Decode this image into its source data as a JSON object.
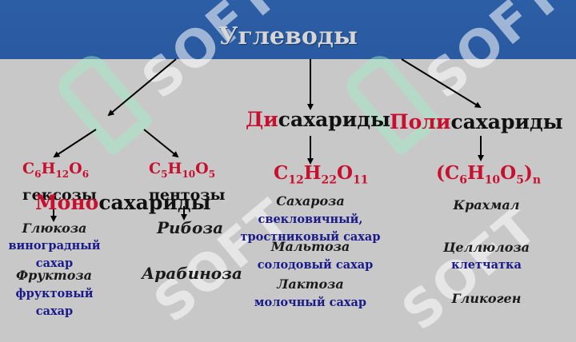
{
  "title": "Углеводы",
  "disaccharides": {
    "prefix": "Ди",
    "suffix": "сахариды"
  },
  "polysaccharides": {
    "prefix": "Поли",
    "suffix": "сахариды"
  },
  "monosaccharides": {
    "prefix": "Моно",
    "suffix": "сахариды"
  },
  "hexoses": {
    "formula_parts": [
      "C",
      "6",
      "H",
      "12",
      "O",
      "6"
    ],
    "name": "гексозы"
  },
  "pentoses": {
    "formula_parts": [
      "C",
      "5",
      "H",
      "10",
      "O",
      "5"
    ],
    "name": "пентозы"
  },
  "disaccharide_formula": [
    "C",
    "12",
    "H",
    "22",
    "O",
    "11"
  ],
  "polysaccharide_formula": [
    "(C",
    "6",
    "H",
    "10",
    "O",
    "5",
    ")",
    "n"
  ],
  "glucose": {
    "name": "Глюкоза",
    "desc_line1": "виноградный",
    "desc_line2": "сахар"
  },
  "fructose": {
    "name": "Фруктоза",
    "desc_line1": "фруктовый",
    "desc_line2": "сахар"
  },
  "ribose": {
    "name": "Рибоза"
  },
  "arabinose": {
    "name": "Арабиноза"
  },
  "sucrose": {
    "name": "Сахароза",
    "desc_line1": "свекловичный,",
    "desc_line2": "тростниковый сахар"
  },
  "maltose": {
    "name": "Мальтоза",
    "desc": "солодовый сахар"
  },
  "lactose": {
    "name": "Лактоза",
    "desc": "молочный сахар"
  },
  "starch": {
    "name": "Крахмал"
  },
  "cellulose": {
    "name": "Целлюлоза",
    "desc": "клетчатка"
  },
  "glycogen": {
    "name": "Гликоген"
  },
  "watermark": "SOFT",
  "colors": {
    "header": "#2c5ea6",
    "background": "#c8c8c8",
    "accent_red": "#c8102e",
    "desc_blue": "#1a1a8a"
  }
}
